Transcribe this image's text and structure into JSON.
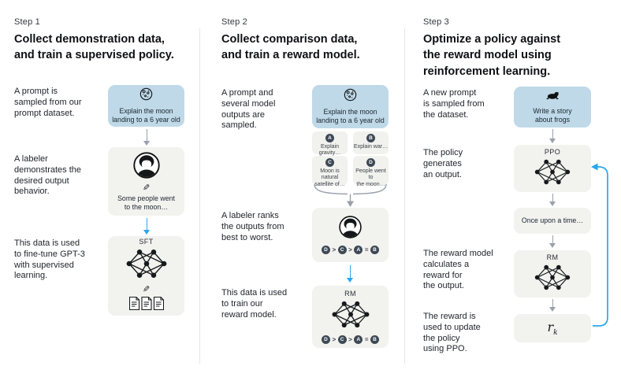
{
  "colors": {
    "prompt_box_blue": "#bfd9e8",
    "box_gray": "#f2f2ef",
    "badge_dark": "#3d4955",
    "arrow_blue": "#2aa5ee",
    "arrow_gray": "#9aa0ab"
  },
  "step1": {
    "step_label": "Step 1",
    "title": "Collect demonstration data,\nand train a supervised policy.",
    "caption_prompt": "A prompt is\nsampled from our\nprompt dataset.",
    "caption_labeler": "A labeler\ndemonstrates the\ndesired output\nbehavior.",
    "caption_finetune": "This data is used\nto fine-tune GPT-3\nwith supervised\nlearning.",
    "prompt_box_text": "Explain the moon\nlanding to a 6 year old",
    "labeler_output_text": "Some people went\nto the moon…",
    "sft_label": "SFT",
    "pencil_glyph": "✎"
  },
  "step2": {
    "step_label": "Step 2",
    "title": "Collect comparison data,\nand train a reward model.",
    "caption_prompt": "A prompt and\nseveral model\noutputs are\nsampled.",
    "caption_rank": "A labeler ranks\nthe outputs from\nbest to worst.",
    "caption_train": "This data is used\nto train our\nreward model.",
    "prompt_box_text": "Explain the moon\nlanding to a 6 year old",
    "outputs": [
      {
        "id": "A",
        "text": "Explain gravity…"
      },
      {
        "id": "B",
        "text": "Explain war…"
      },
      {
        "id": "C",
        "text": "Moon is natural\nsatellite of…"
      },
      {
        "id": "D",
        "text": "People went to\nthe moon…"
      }
    ],
    "ranking": {
      "r1": "D",
      "op1": ">",
      "r2": "C",
      "op2": ">",
      "r3": "A",
      "op3": "=",
      "r4": "B"
    },
    "rm_label": "RM"
  },
  "step3": {
    "step_label": "Step 3",
    "title": "Optimize a policy against\nthe reward model using\nreinforcement learning.",
    "caption_prompt": "A new prompt\nis sampled from\nthe dataset.",
    "caption_policy": "The policy\ngenerates\nan output.",
    "caption_reward": "The reward model\ncalculates a\nreward for\nthe output.",
    "caption_update": "The reward is\nused to update\nthe policy\nusing PPO.",
    "prompt_box_text": "Write a story\nabout frogs",
    "ppo_label": "PPO",
    "output_box_text": "Once upon a time…",
    "rm_label": "RM",
    "reward_symbol": "r",
    "reward_subscript": "k"
  }
}
